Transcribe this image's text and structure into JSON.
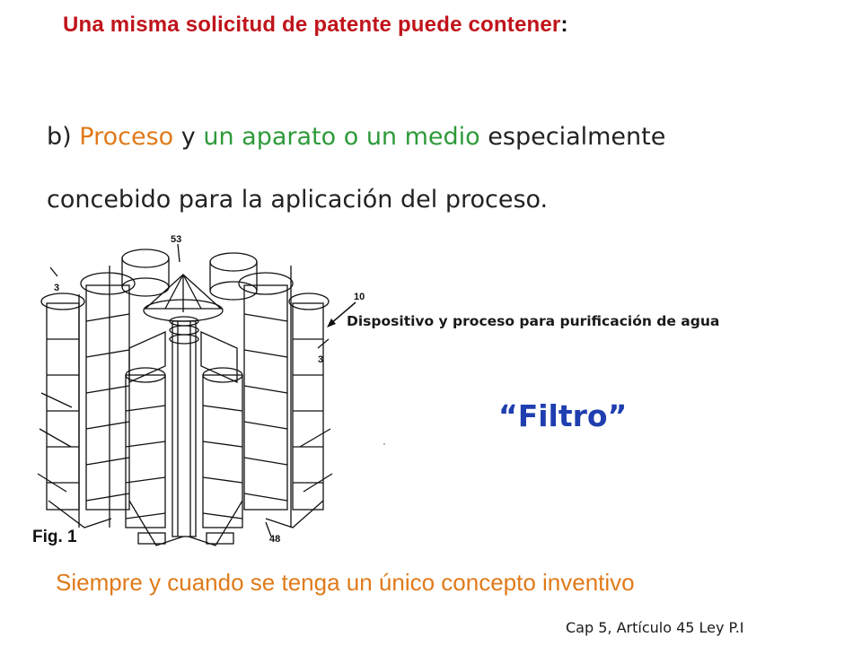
{
  "title": {
    "text": "Una misma solicitud de patente puede contener",
    "colon": ":"
  },
  "body": {
    "prefix": "b)",
    "term_process": "Proceso",
    "connector": "y",
    "term_apparatus": "un aparato o un medio",
    "rest_line1": "especialmente",
    "line2": "concebido para la aplicación del proceso."
  },
  "figure": {
    "caption": "Fig. 1",
    "labels": {
      "top": "53",
      "left": "3",
      "right": "3",
      "bottom": "48",
      "callout": "10"
    }
  },
  "device_caption": "Dispositivo y proceso para purificación de agua",
  "highlight": "“Filtro”",
  "condition": "Siempre y cuando se tenga un único concepto inventivo",
  "citation": "Cap 5,  Artículo 45  Ley P.I",
  "colors": {
    "title": "#c0141b",
    "orange": "#e07a1a",
    "green": "#2e9a3a",
    "blue": "#1f3fb0",
    "text": "#222222"
  }
}
